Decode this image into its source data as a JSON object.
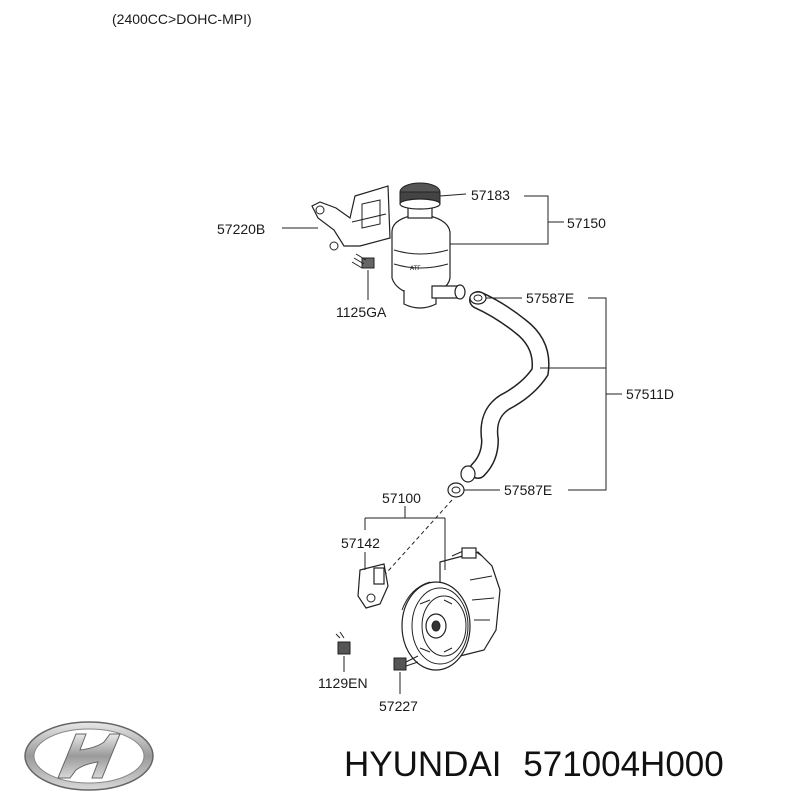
{
  "header": {
    "engine_spec": "(2400CC>DOHC-MPI)"
  },
  "parts": {
    "cap": "57183",
    "reservoir_assy": "57150",
    "bracket": "57220B",
    "bolt_bracket": "1125GA",
    "clamp_upper": "57587E",
    "hose": "57511D",
    "clamp_lower": "57587E",
    "pump_assy": "57100",
    "pump_bracket": "57142",
    "bolt_pump": "1129EN",
    "bolt_pulley": "57227"
  },
  "footer": {
    "brand": "HYUNDAI",
    "part_number": "571004H000"
  }
}
